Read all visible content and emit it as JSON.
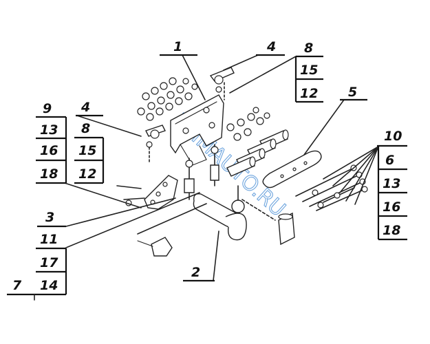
{
  "diagram": {
    "watermark": "EMMAUTO.RU",
    "callouts": {
      "c1": [
        "1"
      ],
      "c2": [
        "2"
      ],
      "c3": [
        "3"
      ],
      "c4a": [
        "4"
      ],
      "c4b": [
        "4",
        "8",
        "15",
        "12"
      ],
      "c5": [
        "5"
      ],
      "c8": [
        "8",
        "15",
        "12"
      ],
      "c9": [
        "9",
        "13",
        "16",
        "18"
      ],
      "c10": [
        "10",
        "6",
        "13",
        "16",
        "18"
      ],
      "c11": [
        "11",
        "17",
        "14"
      ],
      "c7": [
        "7"
      ]
    }
  }
}
